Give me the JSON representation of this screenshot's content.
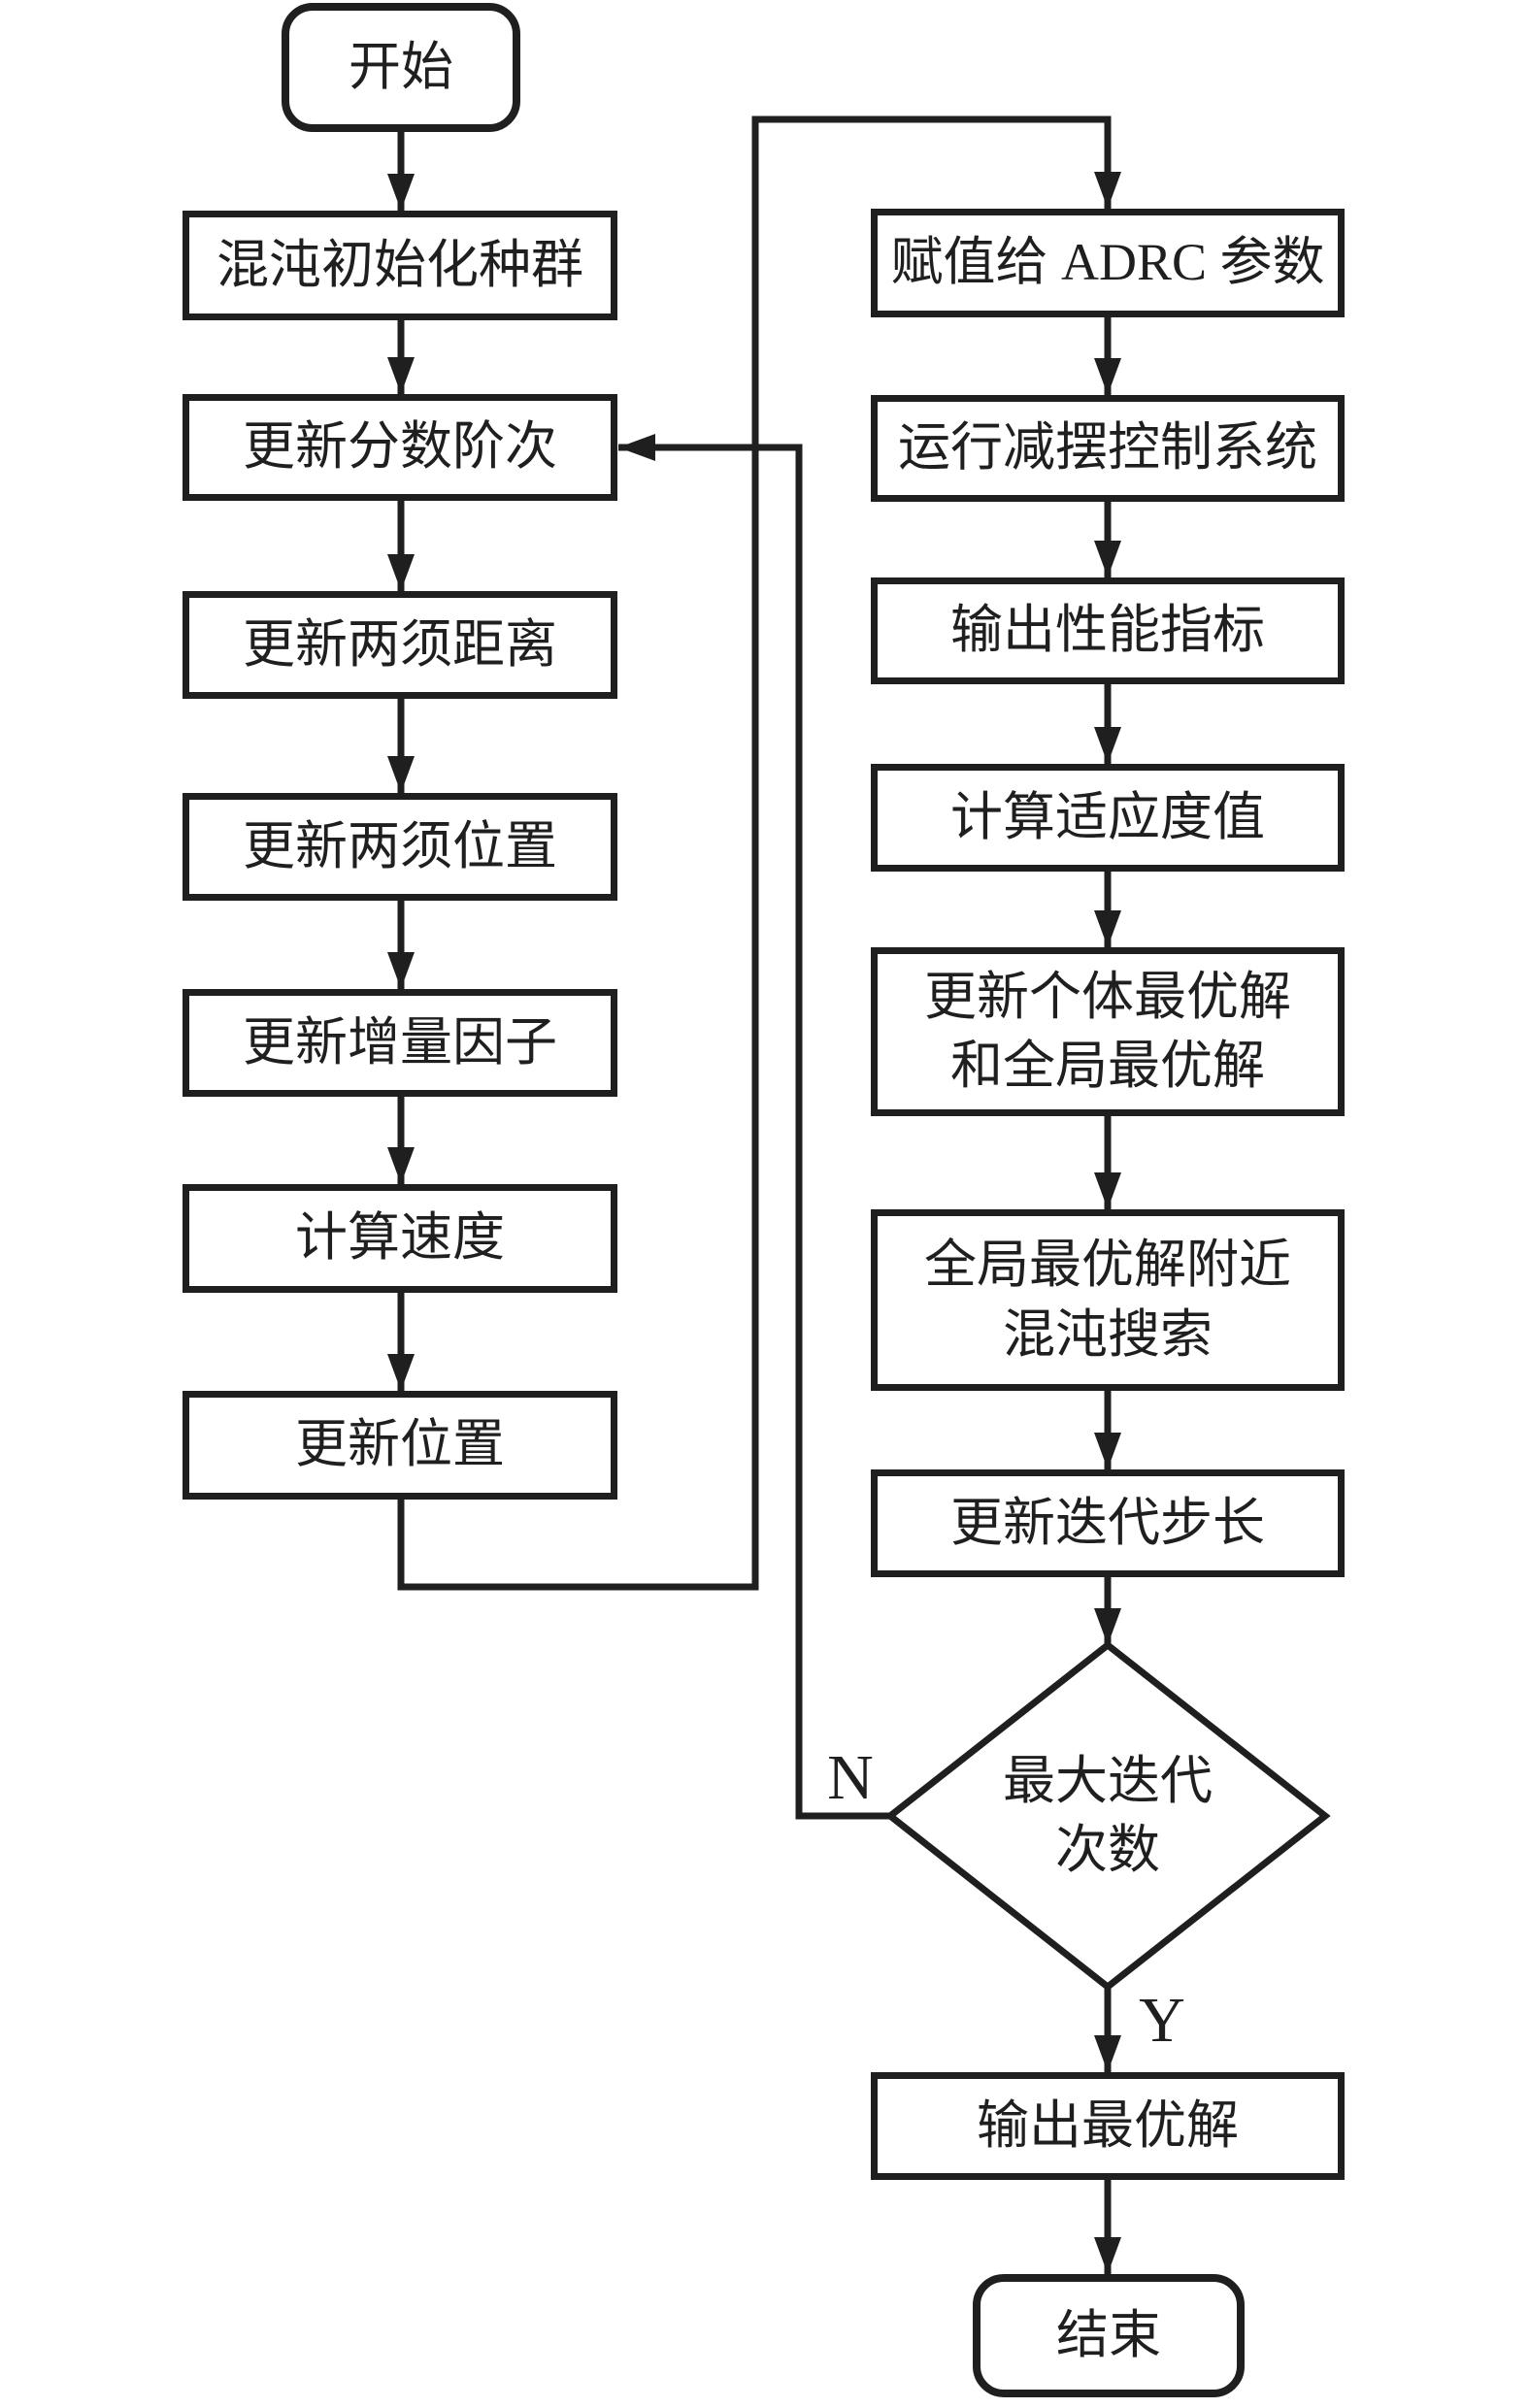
{
  "colors": {
    "ink": "#1f1f1f",
    "background": "#ffffff"
  },
  "flowchart": {
    "start": {
      "label": "开始"
    },
    "left_column": [
      {
        "label": "混沌初始化种群"
      },
      {
        "label": "更新分数阶次"
      },
      {
        "label": "更新两须距离"
      },
      {
        "label": "更新两须位置"
      },
      {
        "label": "更新增量因子"
      },
      {
        "label": "计算速度"
      },
      {
        "label": "更新位置"
      }
    ],
    "right_column": [
      {
        "label": "赋值给 ADRC 参数"
      },
      {
        "label": "运行减摆控制系统"
      },
      {
        "label": "输出性能指标"
      },
      {
        "label": "计算适应度值"
      },
      {
        "line1": "更新个体最优解",
        "line2": "和全局最优解"
      },
      {
        "line1": "全局最优解附近",
        "line2": "混沌搜索"
      },
      {
        "label": "更新迭代步长"
      }
    ],
    "decision": {
      "line1": "最大迭代",
      "line2": "次数"
    },
    "output_box": {
      "label": "输出最优解"
    },
    "end": {
      "label": "结束"
    },
    "branch_labels": {
      "no": "N",
      "yes": "Y"
    }
  }
}
